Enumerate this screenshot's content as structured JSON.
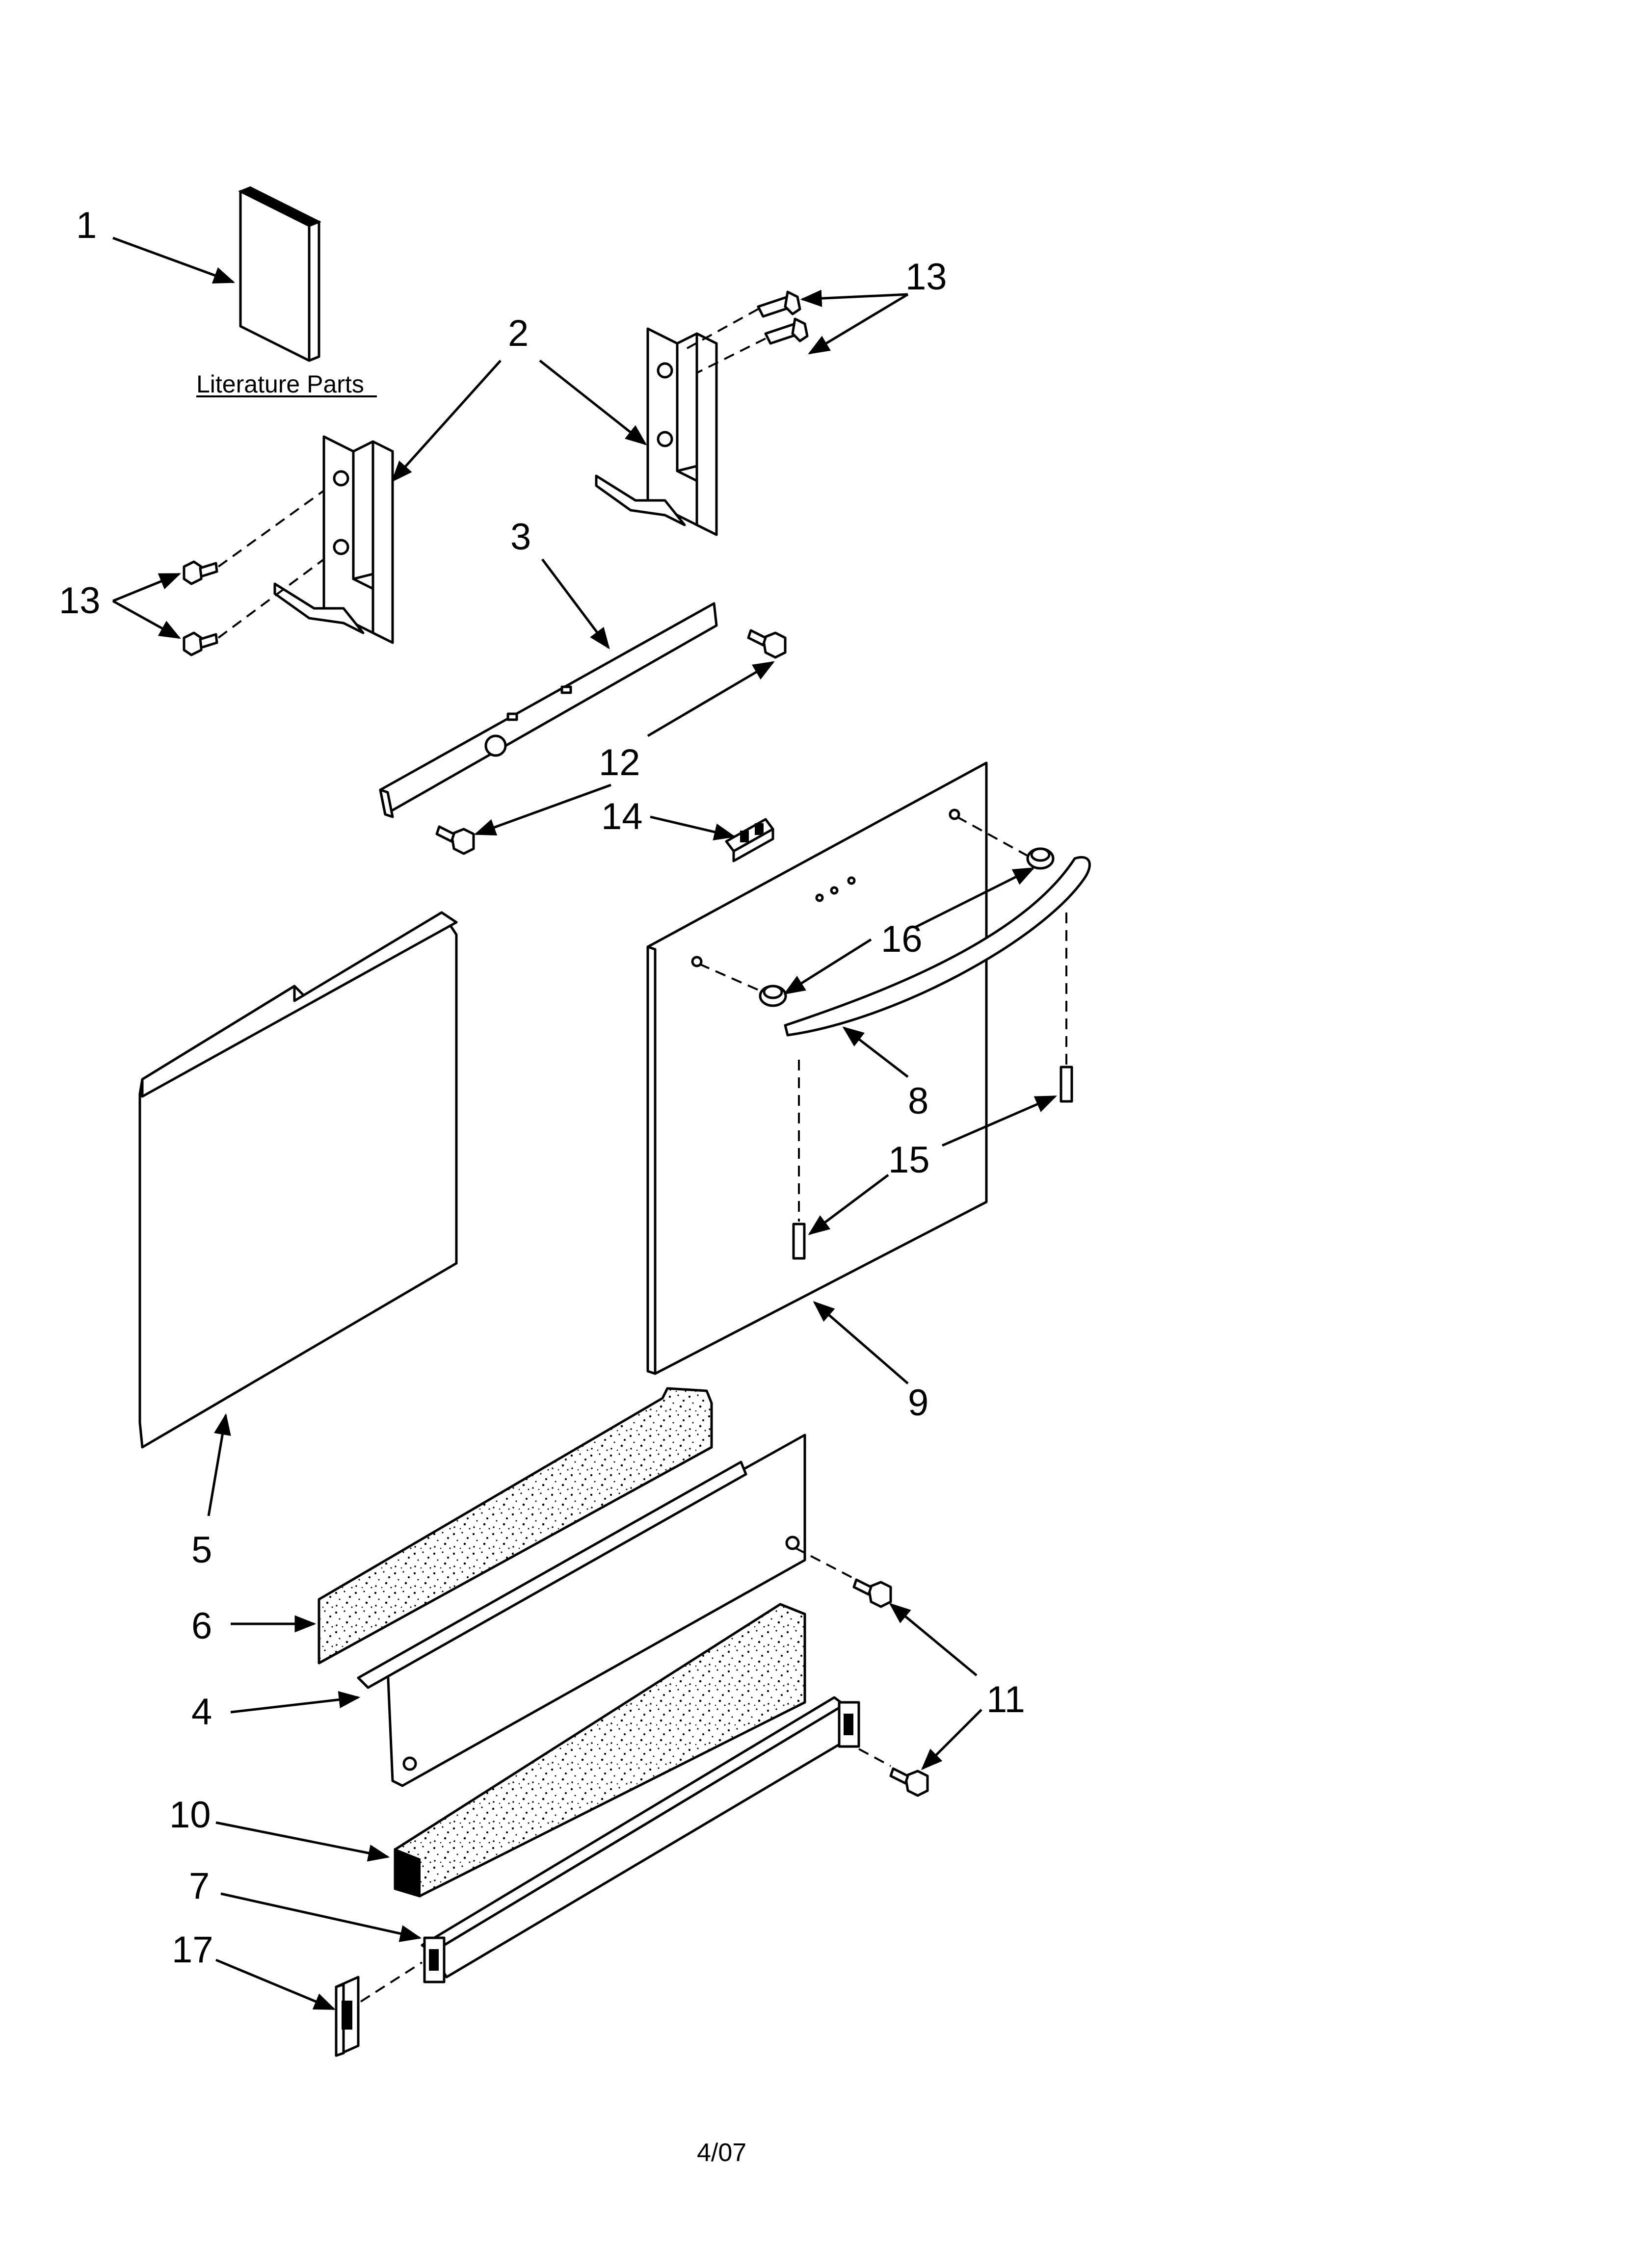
{
  "caption": "Literature Parts",
  "footer": "4/07",
  "callouts": {
    "c1": "1",
    "c2": "2",
    "c3": "3",
    "c4": "4",
    "c5": "5",
    "c6": "6",
    "c7": "7",
    "c8": "8",
    "c9": "9",
    "c10": "10",
    "c11": "11",
    "c12": "12",
    "c13a": "13",
    "c13b": "13",
    "c14": "14",
    "c15": "15",
    "c16": "16",
    "c17": "17"
  }
}
